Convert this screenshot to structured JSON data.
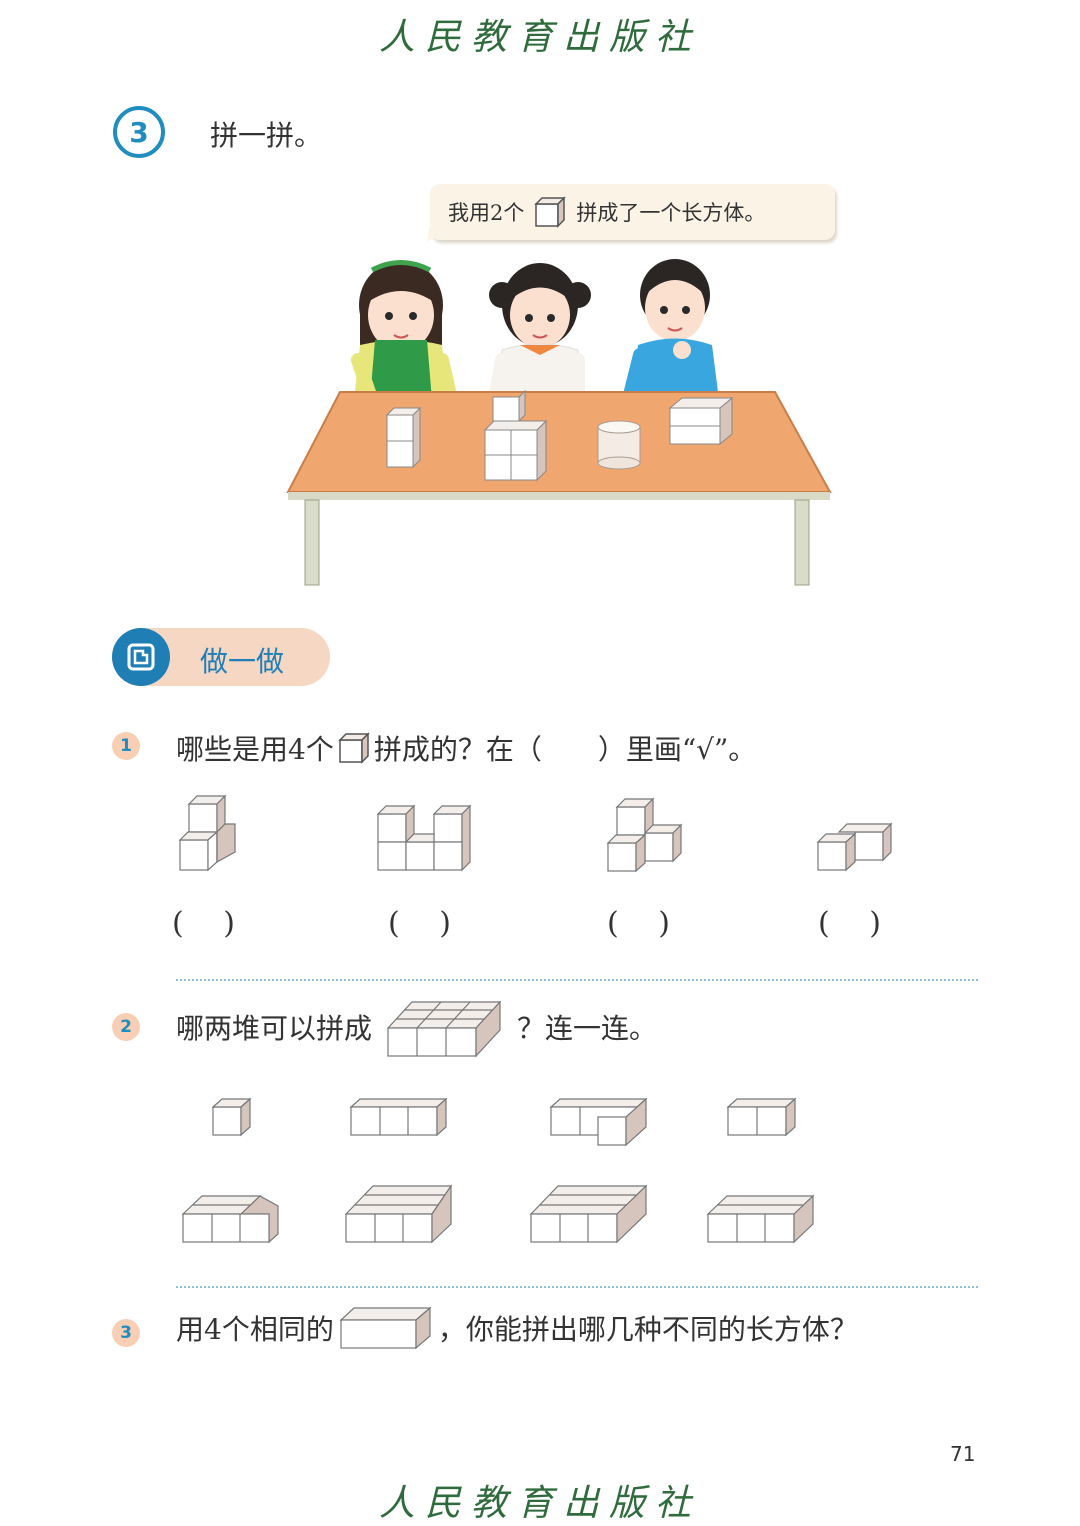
{
  "header": {
    "publisher": "人民教育出版社"
  },
  "section": {
    "number": "3",
    "title": "拼一拼。"
  },
  "speech": {
    "part1": "我用2个",
    "part2": "拼成了一个长方体。"
  },
  "practice": {
    "label": "做一做"
  },
  "q1": {
    "number": "1",
    "text_before": "哪些是用4个",
    "text_after": "拼成的？在（　　）里画“√”。",
    "answer_blank": "(　 )"
  },
  "q2": {
    "number": "2",
    "text_before": "哪两堆可以拼成",
    "text_after": "？连一连。"
  },
  "q3": {
    "number": "3",
    "text_before": "用4个相同的",
    "text_after": "，你能拼出哪几种不同的长方体？"
  },
  "footer": {
    "page_number": "71",
    "publisher": "人民教育出版社"
  },
  "colors": {
    "accent_blue": "#1f8dbf",
    "pill_peach": "#f6d7c4",
    "table_orange": "#f0a66f",
    "publisher_green": "#2f6b3c"
  }
}
